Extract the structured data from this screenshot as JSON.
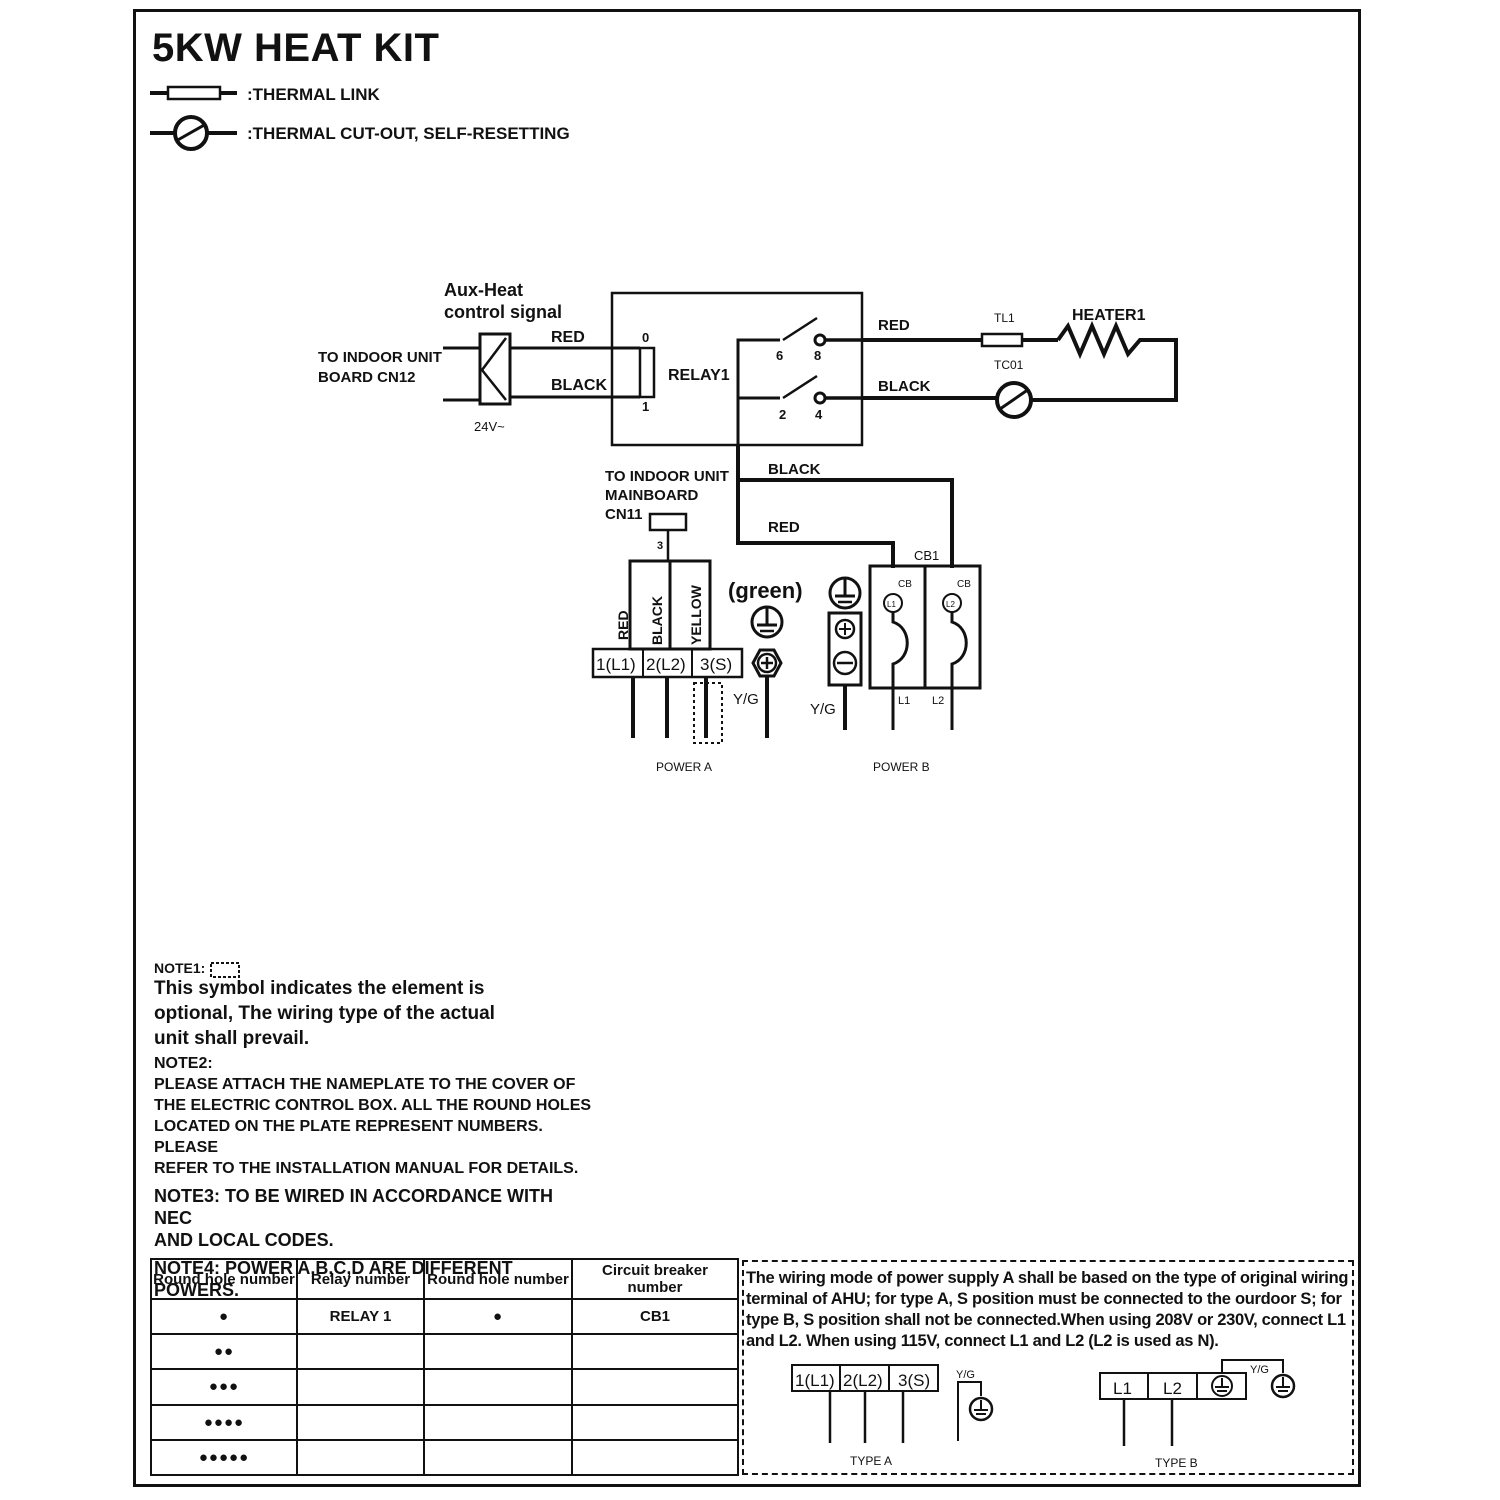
{
  "title": "5KW HEAT KIT",
  "legend": {
    "thermal_link": ":THERMAL LINK",
    "thermal_cutout": ":THERMAL CUT-OUT, SELF-RESETTING"
  },
  "labels": {
    "aux_heat_1": "Aux-Heat",
    "aux_heat_2": "control signal",
    "to_indoor_board_1": "TO INDOOR UNIT",
    "to_indoor_board_2": "BOARD CN12",
    "v24": "24V~",
    "red": "RED",
    "black": "BLACK",
    "yellow": "YELLOW",
    "relay": "RELAY1",
    "pin0": "0",
    "pin1": "1",
    "pin6": "6",
    "pin8": "8",
    "pin2": "2",
    "pin4": "4",
    "tl1": "TL1",
    "tc01": "TC01",
    "heater": "HEATER1",
    "mainboard_1": "TO INDOOR UNIT",
    "mainboard_2": "MAINBOARD",
    "mainboard_3": "CN11",
    "cn11_pin": "3",
    "cb1": "CB1",
    "cb": "CB",
    "l1": "L1",
    "l2": "L2",
    "green": "(green)",
    "yg": "Y/G",
    "term1": "1(L1)",
    "term2": "2(L2)",
    "term3": "3(S)",
    "power_a": "POWER A",
    "power_b": "POWER B",
    "type_a": "TYPE A",
    "type_b": "TYPE B"
  },
  "notes": {
    "note1_head": "NOTE1:",
    "note1_body": [
      "This symbol indicates the element is",
      "optional, The wiring type of the actual",
      "unit shall prevail."
    ],
    "note2_head": "NOTE2:",
    "note2_body": [
      "PLEASE ATTACH THE NAMEPLATE TO THE COVER OF",
      "THE ELECTRIC CONTROL BOX. ALL THE ROUND HOLES",
      "LOCATED ON THE PLATE REPRESENT NUMBERS. PLEASE",
      "REFER TO THE INSTALLATION MANUAL FOR DETAILS."
    ],
    "note3": [
      "NOTE3: TO BE WIRED IN ACCORDANCE WITH NEC",
      "AND LOCAL CODES."
    ],
    "note4": "NOTE4: POWER A,B,C,D ARE DIFFERENT POWERS."
  },
  "table": {
    "headers": [
      "Round hole number",
      "Relay number",
      "Round hole number",
      "Circuit breaker number"
    ],
    "rows": [
      [
        "●",
        "RELAY 1",
        "●",
        "CB1"
      ],
      [
        "●●",
        "",
        "",
        ""
      ],
      [
        "●●●",
        "",
        "",
        ""
      ],
      [
        "●●●●",
        "",
        "",
        ""
      ],
      [
        "●●●●●",
        "",
        "",
        ""
      ]
    ]
  },
  "info_text": "The wiring mode of power supply A shall be based on the type of original wiring terminal of AHU; for type A, S position must be connected to the ourdoor S; for type B, S position shall not be connected.When using 208V or 230V, connect L1 and L2. When using 115V, connect L1 and L2 (L2 is used as N)."
}
